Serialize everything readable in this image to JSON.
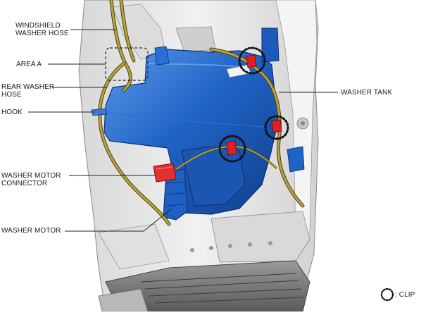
{
  "labels": {
    "windshield_washer_hose": [
      "WINDSHIELD",
      "WASHER HOSE"
    ],
    "area_a": [
      "AREA A"
    ],
    "rear_washer_hose": [
      "REAR WASHER",
      "HOSE"
    ],
    "hook": [
      "HOOK"
    ],
    "washer_motor_connector": [
      "WASHER MOTOR",
      "CONNECTOR"
    ],
    "washer_motor": [
      "WASHER MOTOR"
    ],
    "washer_tank": [
      "WASHER TANK"
    ]
  },
  "legend": {
    "clip_label": ": CLIP",
    "clip_icon": "dotted-circle-icon"
  },
  "colors": {
    "tank": "#1f63c6",
    "tank_highlight": "#5b9ae8",
    "hose": "#b7a43b",
    "clip_part": "#e02020",
    "connector": "#e53030",
    "body_panel": "#e7e7e7"
  }
}
